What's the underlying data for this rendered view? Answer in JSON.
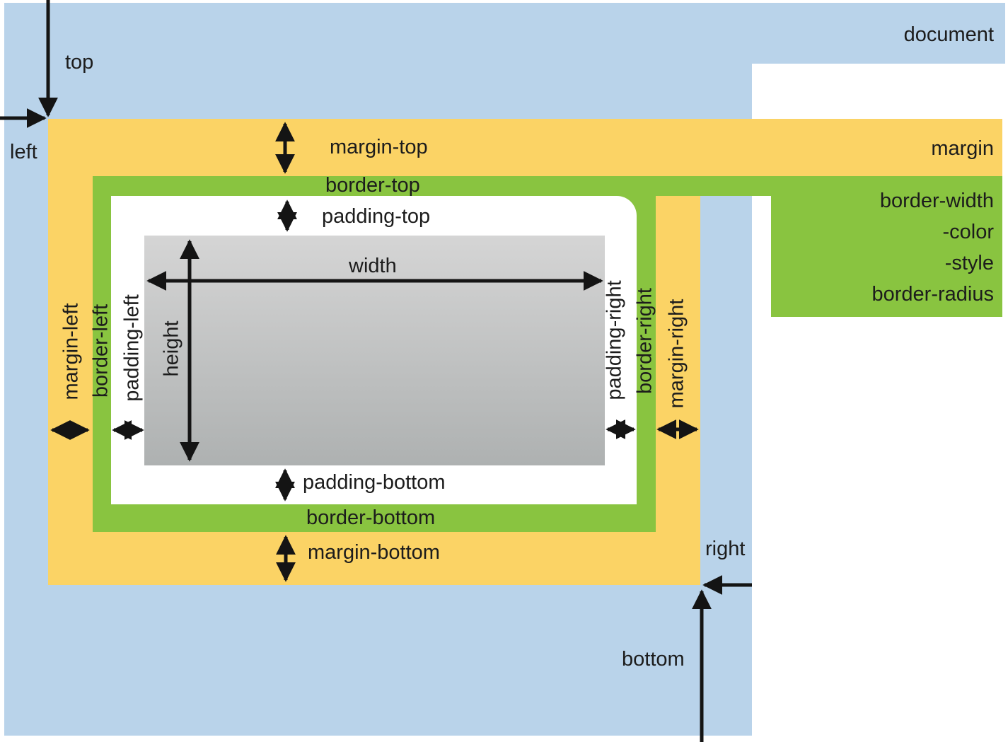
{
  "colors": {
    "document_blue": "#b9d3ea",
    "margin_yellow": "#fbd365",
    "border_green": "#89c440",
    "content_gray_top": "#d5d5d5",
    "content_gray_bottom": "#aeb1b1",
    "arrow_black": "#141414",
    "text_black": "#1c1c1c"
  },
  "outer_labels": {
    "document": "document",
    "margin": "margin",
    "top": "top",
    "left": "left",
    "right": "right",
    "bottom": "bottom"
  },
  "border_panel": {
    "lines": [
      "border-width",
      "-color",
      "-style",
      "border-radius"
    ]
  },
  "box_labels": {
    "margin_top": "margin-top",
    "border_top": "border-top",
    "padding_top": "padding-top",
    "width": "width",
    "height": "height",
    "margin_left": "margin-left",
    "border_left": "border-left",
    "padding_left": "padding-left",
    "padding_right": "padding-right",
    "border_right": "border-right",
    "margin_right": "margin-right",
    "padding_bottom": "padding-bottom",
    "border_bottom": "border-bottom",
    "margin_bottom": "margin-bottom"
  }
}
